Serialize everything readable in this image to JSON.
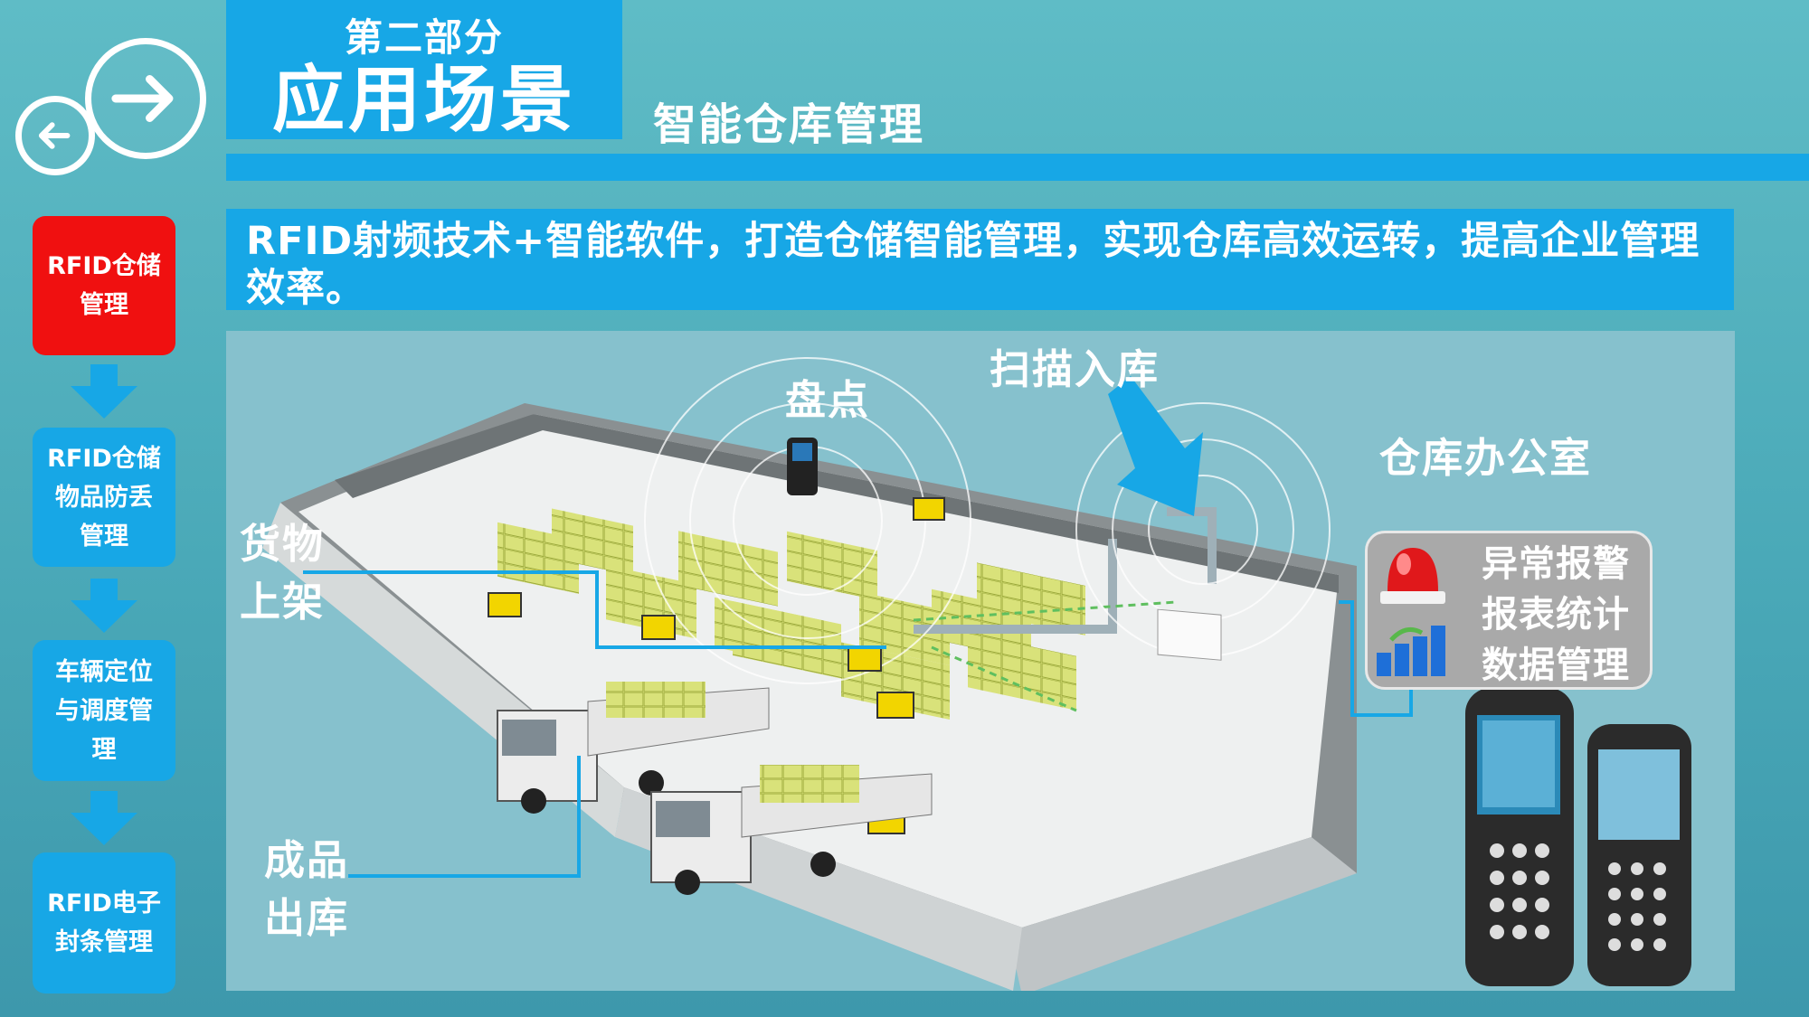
{
  "header": {
    "small_title": "第二部分",
    "big_title": "应用场景",
    "subtitle": "智能仓库管理"
  },
  "nav": {
    "back_icon": "arrow-left-icon",
    "forward_icon": "arrow-right-icon"
  },
  "sidebar": {
    "items": [
      {
        "label": "RFID仓储管理",
        "active": true
      },
      {
        "label": "RFID仓储物品防丢管理",
        "active": false
      },
      {
        "label": "车辆定位与调度管理",
        "active": false
      },
      {
        "label": "RFID电子封条管理",
        "active": false
      }
    ]
  },
  "banner": {
    "text": "RFID射频技术+智能软件，打造仓储智能管理，实现仓库高效运转，提高企业管理效率。"
  },
  "scene": {
    "labels": {
      "inventory": "盘点",
      "scan_in": "扫描入库",
      "office": "仓库办公室",
      "shelving": "货物上架",
      "outbound": "成品出库"
    },
    "office_panel": {
      "line1": "异常报警",
      "line2": "报表统计",
      "line3": "数据管理"
    }
  },
  "colors": {
    "accent": "#17a7e6",
    "active": "#f01010",
    "background": "#4aa9b8"
  }
}
